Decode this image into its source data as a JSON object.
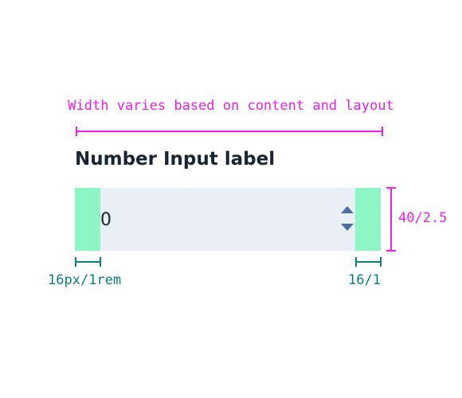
{
  "annotations": {
    "width_caption": "Width varies based on content and layout",
    "height_caption": "40/2.5",
    "left_padding_caption": "16px/1rem",
    "right_padding_caption": "16/1"
  },
  "number_input": {
    "label": "Number Input label",
    "value": "0",
    "stepper_up_icon": "caret-up-icon",
    "stepper_down_icon": "caret-down-icon"
  },
  "colors": {
    "magenta_annotation": "#ee20e8",
    "teal_annotation": "#0a7f7b",
    "padding_highlight": "#8ef5c4",
    "field_background": "#eaeef6",
    "label_text": "#1a2533",
    "stepper_icon": "#4a6fa3"
  }
}
